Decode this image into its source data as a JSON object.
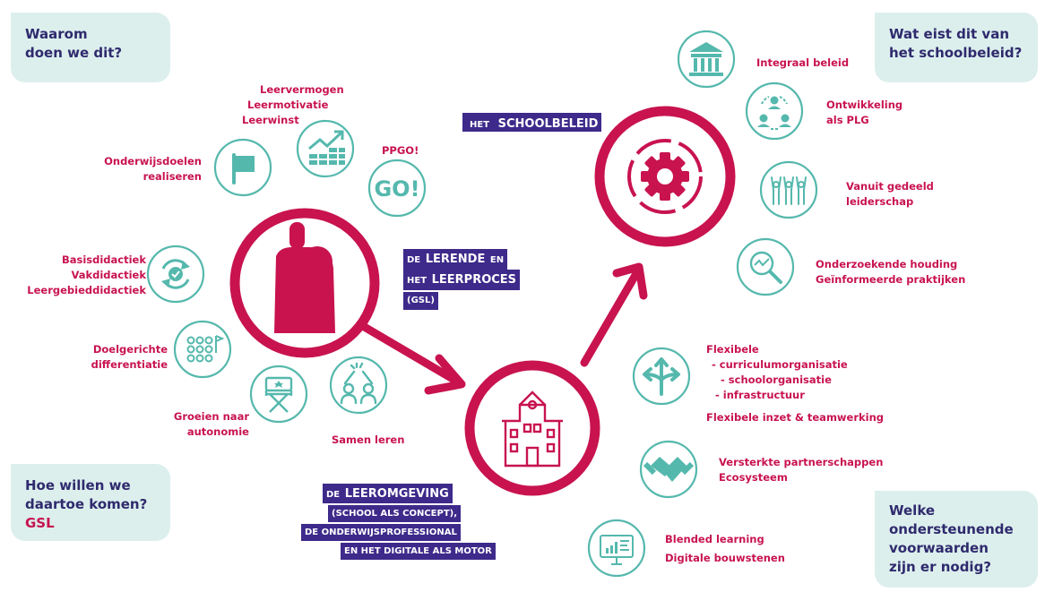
{
  "questions": {
    "why": [
      "Waarom",
      "doen we dit?"
    ],
    "policy": [
      "Wat eist dit van",
      "het schoolbeleid?"
    ],
    "how": [
      "Hoe willen we",
      "daartoe komen?"
    ],
    "how_accent": "GSL",
    "conditions": [
      "Welke",
      "ondersteunende",
      "voorwaarden",
      "zijn er nodig?"
    ]
  },
  "hubs": {
    "learner": {
      "small1": "DE",
      "big1": "LERENDE",
      "small2": "EN",
      "small3": "HET",
      "big2": "LEERPROCES",
      "sub": "(GSL)"
    },
    "policy": {
      "small": "HET",
      "big": "SCHOOLBELEID"
    },
    "environment": {
      "small": "DE",
      "big": "LEEROMGEVING",
      "line2": "(SCHOOL ALS CONCEPT),",
      "line3": "DE ONDERWIJSPROFESSIONAL",
      "line4": "EN HET DIGITALE ALS MOTOR"
    }
  },
  "labels": {
    "onderwijsdoelen": [
      "Onderwijsdoelen",
      "realiseren"
    ],
    "leer": [
      "Leervermogen",
      "Leermotivatie",
      "Leerwinst"
    ],
    "ppgo": "PPGO!",
    "didactiek": [
      "Basisdidactiek",
      "Vakdidactiek",
      "Leergebieddidactiek"
    ],
    "differentiatie": [
      "Doelgerichte",
      "differentiatie"
    ],
    "autonomie": [
      "Groeien naar",
      "autonomie"
    ],
    "samen": "Samen leren",
    "integraal": "Integraal beleid",
    "plg": [
      "Ontwikkeling",
      "als PLG"
    ],
    "leiderschap": [
      "Vanuit gedeeld",
      "leiderschap"
    ],
    "onderzoek": [
      "Onderzoekende houding",
      "Geïnformeerde praktijken"
    ],
    "flexibel": [
      "Flexibele",
      "- curriculumorganisatie",
      "- schoolorganisatie",
      "- infrastructuur"
    ],
    "teamwerking": "Flexibele inzet & teamwerking",
    "partners": [
      "Versterkte partnerschappen",
      "Ecosysteem"
    ],
    "blended": [
      "Blended learning",
      "Digitale bouwstenen"
    ]
  },
  "icons": {
    "flag": "flag-icon",
    "chart": "growth-chart-icon",
    "go": "go-icon",
    "go_text": "GO!",
    "cycle": "cycle-check-icon",
    "dots": "dot-grid-icon",
    "chair": "directors-chair-icon",
    "highfive": "high-five-icon",
    "building": "government-building-icon",
    "team": "team-network-icon",
    "people": "people-cheering-icon",
    "search": "magnifier-icon",
    "arrows": "split-arrows-icon",
    "handshake": "handshake-icon",
    "monitor": "monitor-icon"
  },
  "colors": {
    "teal": "#55b8ad",
    "crimson": "#c8134f",
    "purple": "#3d2a8a",
    "box": "#dcefed",
    "navy": "#2f2a6d"
  }
}
